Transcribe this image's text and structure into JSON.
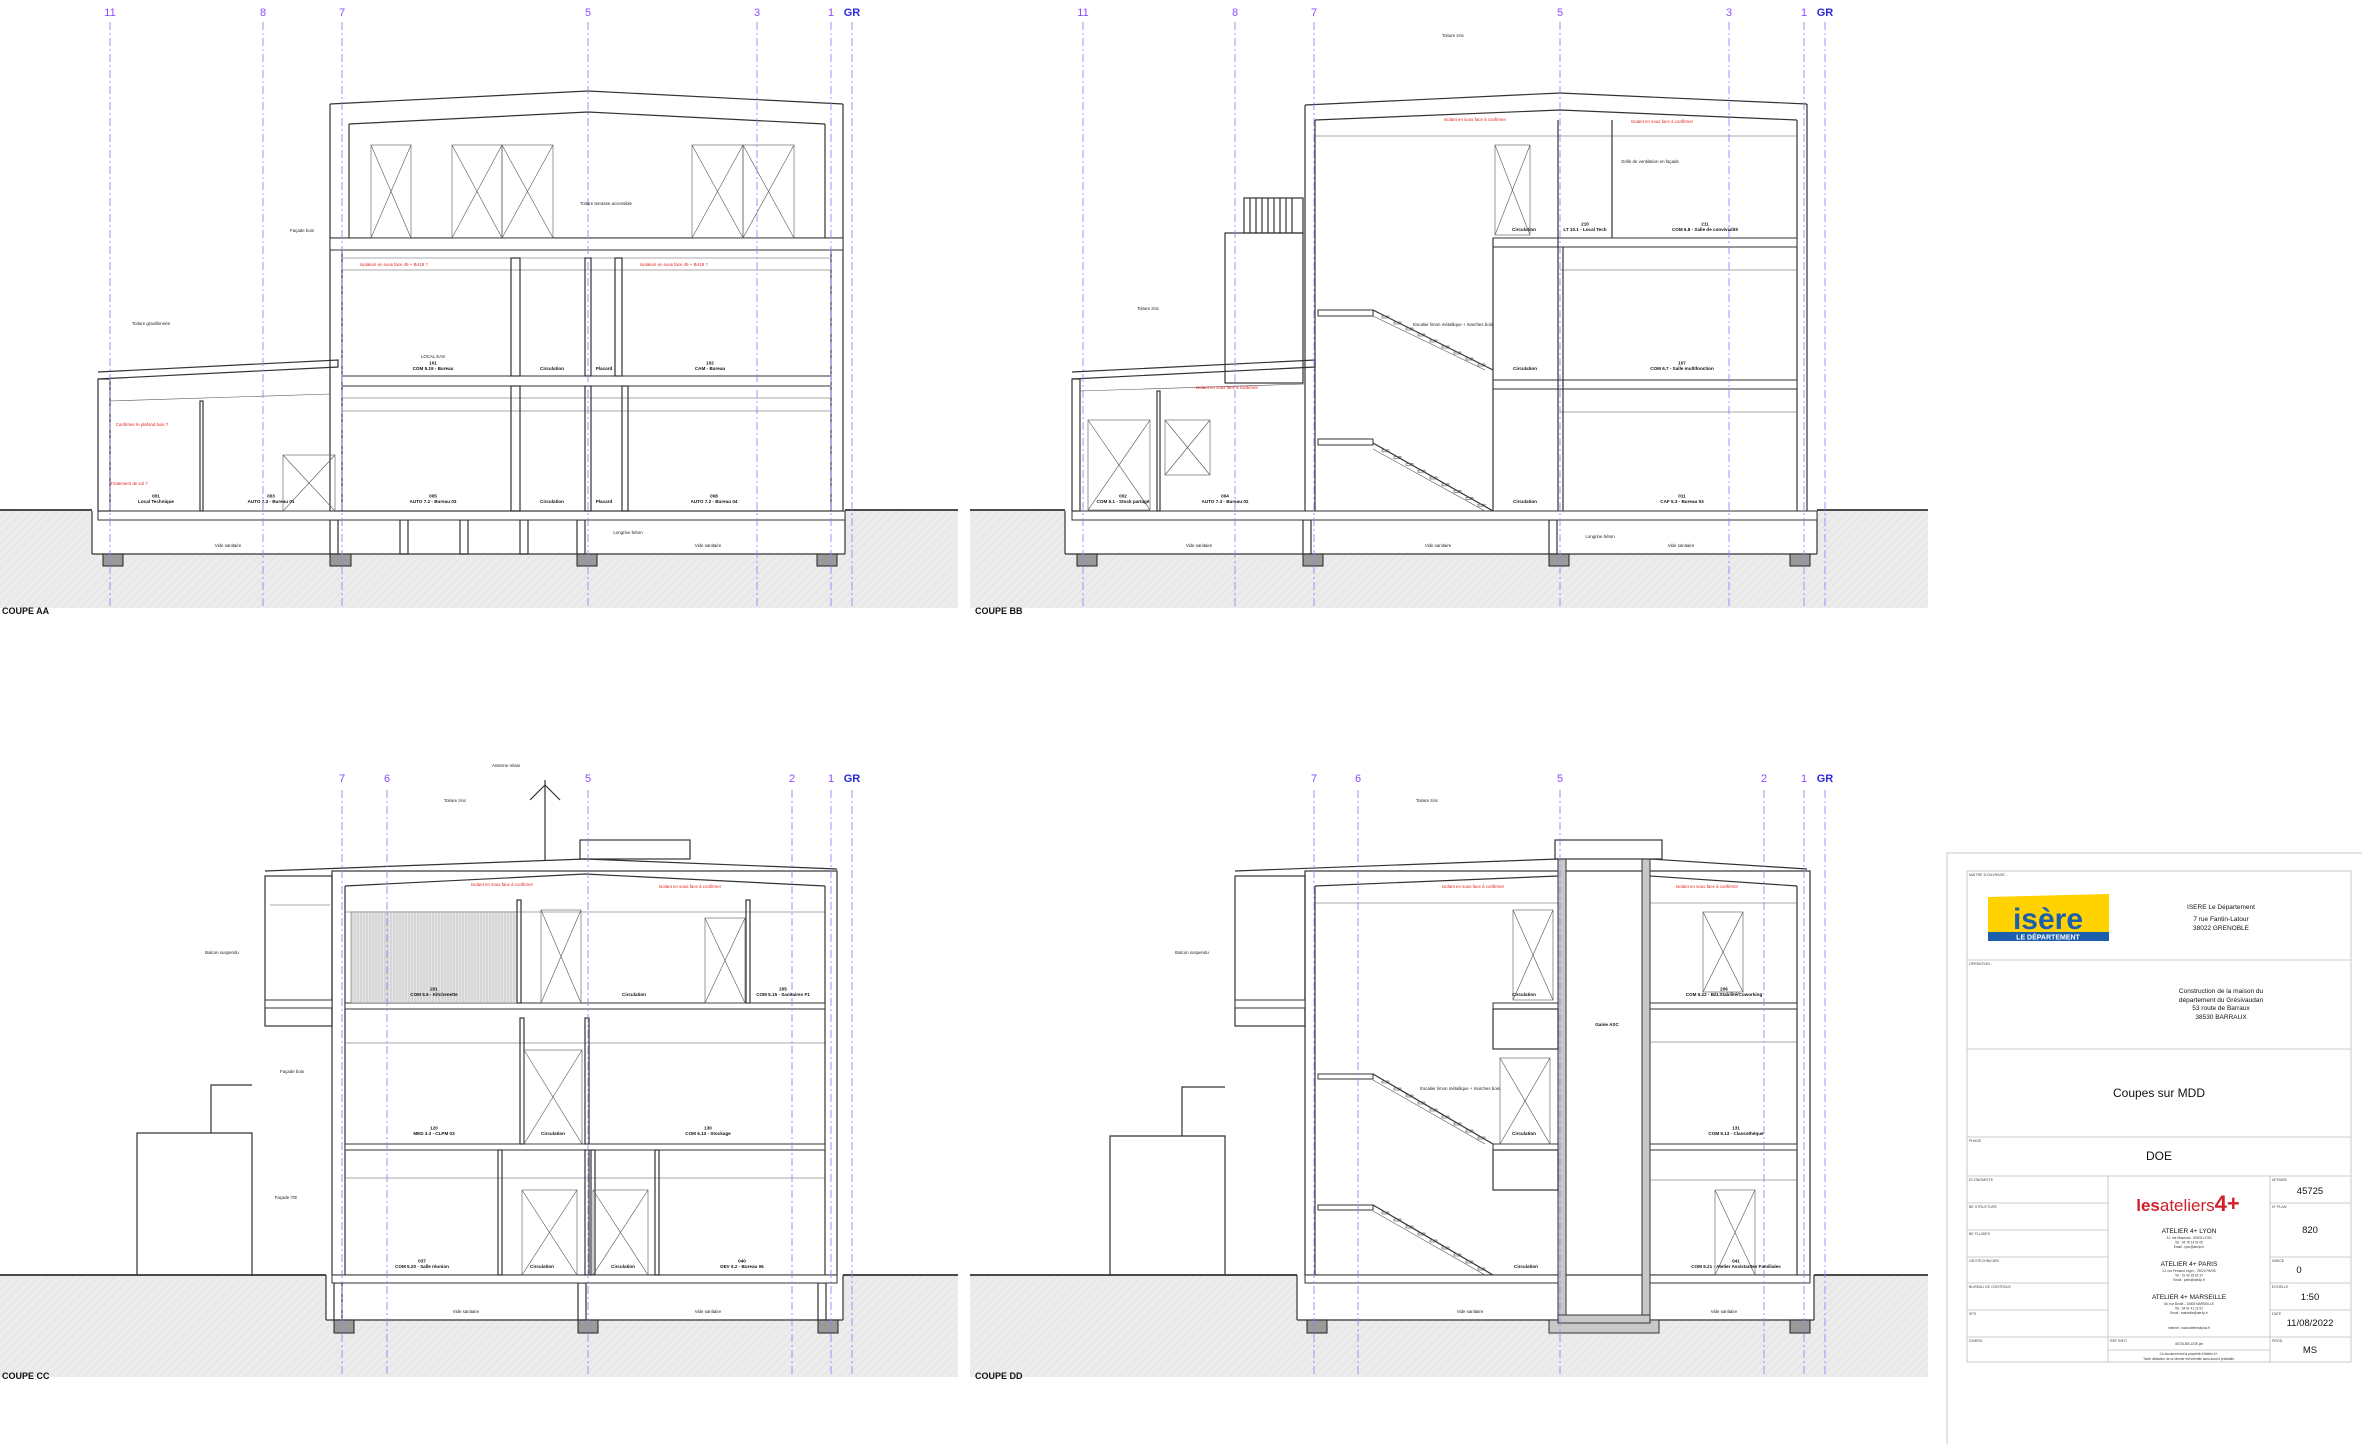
{
  "colors": {
    "grid": "#a67cff",
    "annotation_red": "#e02020",
    "isere_yellow": "#ffd200",
    "isere_blue": "#1d5fad",
    "ateliers_red": "#d0202a"
  },
  "sections": [
    {
      "title": "COUPE AA",
      "grid": [
        "11",
        "8",
        "7",
        "5",
        "3",
        "1",
        "GR"
      ],
      "rooms": [
        {
          "num": "001",
          "name": "Local Technique"
        },
        {
          "num": "003",
          "name": "AUTO 7.3 - Bureau 01"
        },
        {
          "num": "005",
          "name": "AUTO 7.2 - Bureau 03"
        },
        {
          "num": "",
          "name": "Circulation"
        },
        {
          "num": "",
          "name": "Placard"
        },
        {
          "num": "008",
          "name": "AUTO 7.2 - Bureau 04"
        },
        {
          "num": "101",
          "name": "COM 5.19 - Bureau"
        },
        {
          "num": "",
          "name": "Circulation"
        },
        {
          "num": "",
          "name": "Placard"
        },
        {
          "num": "102",
          "name": "CAM - Bureau"
        }
      ],
      "notes": [
        {
          "text": "Isolation en sous face 45 + BA18 ?",
          "color": "#e02020"
        },
        {
          "text": "Isolation en sous face 45 + BA18 ?",
          "color": "#e02020"
        },
        {
          "text": "Confirmer le plafond bois ?",
          "color": "#e02020"
        },
        {
          "text": "Traitement de sol ?",
          "color": "#e02020"
        },
        {
          "text": "Vide sanitaire",
          "color": "#222222"
        },
        {
          "text": "Vide sanitaire",
          "color": "#222222"
        },
        {
          "text": "Longrine béton",
          "color": "#222222"
        },
        {
          "text": "Toiture terrasse accessible",
          "color": "#222222"
        },
        {
          "text": "Façade bois",
          "color": "#222222"
        },
        {
          "text": "Toiture gravillonnée",
          "color": "#222222"
        },
        {
          "text": "LOCAL EAS",
          "color": "#222222"
        }
      ]
    },
    {
      "title": "COUPE BB",
      "grid": [
        "11",
        "8",
        "7",
        "5",
        "3",
        "1",
        "GR"
      ],
      "rooms": [
        {
          "num": "002",
          "name": "COM 6.1 - Stock partagé"
        },
        {
          "num": "004",
          "name": "AUTO 7.3 - Bureau 02"
        },
        {
          "num": "",
          "name": "Circulation"
        },
        {
          "num": "011",
          "name": "CAF 5.3 - Bureau 03"
        },
        {
          "num": "",
          "name": "Circulation"
        },
        {
          "num": "107",
          "name": "COM 6.7 - Salle multifonction"
        },
        {
          "num": "",
          "name": "Circulation"
        },
        {
          "num": "210",
          "name": "LT 10.1 - Local Tech"
        },
        {
          "num": "211",
          "name": "COM 6.8 - Salle de convivialité"
        }
      ],
      "notes": [
        {
          "text": "Isolant en sous face à confirmer",
          "color": "#e02020"
        },
        {
          "text": "Isolant en sous face à confirmer",
          "color": "#e02020"
        },
        {
          "text": "Isolant en sous face à confirmer",
          "color": "#e02020"
        },
        {
          "text": "Vide sanitaire",
          "color": "#222222"
        },
        {
          "text": "Vide sanitaire",
          "color": "#222222"
        },
        {
          "text": "Vide sanitaire",
          "color": "#222222"
        },
        {
          "text": "Toiture zinc",
          "color": "#222222"
        },
        {
          "text": "Toiture zinc",
          "color": "#222222"
        },
        {
          "text": "Escalier limon métallique + marches bois",
          "color": "#222222"
        },
        {
          "text": "Grille de ventilation en façade",
          "color": "#222222"
        },
        {
          "text": "Longrine béton",
          "color": "#222222"
        }
      ]
    },
    {
      "title": "COUPE CC",
      "grid": [
        "7",
        "6",
        "5",
        "2",
        "1",
        "GR"
      ],
      "rooms": [
        {
          "num": "037",
          "name": "COM 5.20 - Salle réunion"
        },
        {
          "num": "",
          "name": "Circulation"
        },
        {
          "num": "",
          "name": "Circulation"
        },
        {
          "num": "040",
          "name": "DEV 6.2 - Bureau 06"
        },
        {
          "num": "120",
          "name": "MED 3.3 - CLPM 03"
        },
        {
          "num": "",
          "name": "Circulation"
        },
        {
          "num": "130",
          "name": "COM 6.13 - Stockage"
        },
        {
          "num": "201",
          "name": "COM 5.5 - Kitchenette"
        },
        {
          "num": "",
          "name": "Circulation"
        },
        {
          "num": "205",
          "name": "COM 5.15 - Sanitaires F1"
        }
      ],
      "notes": [
        {
          "text": "Isolant en sous face à confirmer",
          "color": "#e02020"
        },
        {
          "text": "Isolant en sous face à confirmer",
          "color": "#e02020"
        },
        {
          "text": "Vide sanitaire",
          "color": "#222222"
        },
        {
          "text": "Vide sanitaire",
          "color": "#222222"
        },
        {
          "text": "Toiture zinc",
          "color": "#222222"
        },
        {
          "text": "Balcon suspendu",
          "color": "#222222"
        },
        {
          "text": "Façade bois",
          "color": "#222222"
        },
        {
          "text": "Façade ITE",
          "color": "#222222"
        },
        {
          "text": "Antenne relais",
          "color": "#222222"
        }
      ]
    },
    {
      "title": "COUPE DD",
      "grid": [
        "7",
        "6",
        "5",
        "2",
        "1",
        "GR"
      ],
      "rooms": [
        {
          "num": "",
          "name": "Circulation"
        },
        {
          "num": "041",
          "name": "COM 5.21 - Atelier Assistantes Familiales"
        },
        {
          "num": "",
          "name": "Circulation"
        },
        {
          "num": "131",
          "name": "COM 5.13 - Classothèque"
        },
        {
          "num": "",
          "name": "Circulation"
        },
        {
          "num": "206",
          "name": "COM 5.22 - Bât.Stabilité/Coworking"
        },
        {
          "num": "",
          "name": "Gaine ASC"
        }
      ],
      "notes": [
        {
          "text": "Isolant en sous face à confirmer",
          "color": "#e02020"
        },
        {
          "text": "Isolant en sous face à confirmer",
          "color": "#e02020"
        },
        {
          "text": "Vide sanitaire",
          "color": "#222222"
        },
        {
          "text": "Vide sanitaire",
          "color": "#222222"
        },
        {
          "text": "Toiture zinc",
          "color": "#222222"
        },
        {
          "text": "Balcon suspendu",
          "color": "#222222"
        },
        {
          "text": "Escalier limon métallique + marches bois",
          "color": "#222222"
        }
      ]
    }
  ],
  "title_block": {
    "labels": {
      "maitre_ouvrage": "MAITRE D'OUVRAGE :",
      "operation": "OPERATION :",
      "phase": "PHASE",
      "economiste": "ECONOMISTE",
      "be_structure": "BE STRUCTURE",
      "be_fluides": "BE FLUIDES",
      "geotechnicien": "GEOTECHNICIEN",
      "bureau_controle": "BUREAU DE CONTROLE",
      "sps": "SPS",
      "divers": "DIVERS",
      "ref_info": "REF INFO",
      "affaire": "AFFAIRE",
      "n_plan": "N° PLAN",
      "indice": "INDICE",
      "echelle": "ECHELLE",
      "date": "DATE",
      "prod": "PROD"
    },
    "logo_client": {
      "main": "isère",
      "band": "LE DÉPARTEMENT"
    },
    "client": [
      "ISERE Le Département",
      "7 rue Fantin-Latour",
      "38022 GRENOBLE"
    ],
    "operation": [
      "Construction de la maison du",
      "département du Grésivaudan",
      "53 route de Barraux",
      "38530 BARRAUX"
    ],
    "drawing_title": "Coupes sur MDD",
    "phase": "DOE",
    "architect_logo": {
      "les": "les",
      "ateliers": "ateliers",
      "four": "4+"
    },
    "offices": [
      {
        "name": "ATELIER 4+ LYON",
        "lines": [
          "31, rue Mazenod - 69003 LYON",
          "Tel : 04 78 14 02 00",
          "Email : lyon@ate4p.fr"
        ]
      },
      {
        "name": "ATELIER 4+ PARIS",
        "lines": [
          "13, rue Fernand Léger - 75020 PARIS",
          "Tel : 01 40 33 62 37",
          "Email : paris@ate4p.fr"
        ]
      },
      {
        "name": "ATELIER 4+ MARSEILLE",
        "lines": [
          "84, rue Borde - 13008 MARSEILLE",
          "Tel : 04 91 41 22 57",
          "Email : marseille@ate4p.fr"
        ]
      }
    ],
    "internet": "Internet : www.ateliers4plus.fr",
    "ref_info_value": "45725-800-DOE.pln",
    "disclaimer": [
      "Ce document est la propriété d'Atelier 4+.",
      "Toute utilisation de ce dernier est interdite sans accord préalable."
    ],
    "affaire": "45725",
    "n_plan": "820",
    "indice": "0",
    "echelle": "1:50",
    "date": "11/08/2022",
    "prod": "MS"
  }
}
